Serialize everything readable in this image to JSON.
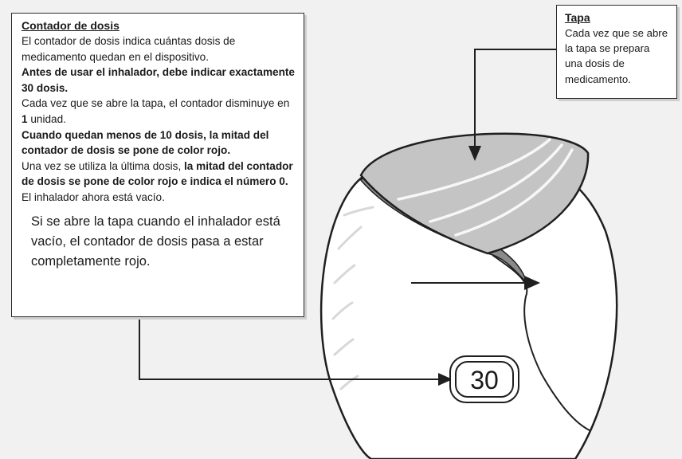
{
  "counter_box": {
    "title": "Contador de dosis",
    "paragraphs": [
      [
        {
          "t": "El contador de dosis indica cuántas dosis de medicamento quedan en el dispositivo.",
          "b": false
        }
      ],
      [
        {
          "t": "Antes de usar el inhalador, debe indicar exactamente 30 dosis.",
          "b": true
        }
      ],
      [
        {
          "t": "Cada vez que se abre la tapa, el contador disminuye en ",
          "b": false
        },
        {
          "t": "1",
          "b": true
        },
        {
          "t": " unidad.",
          "b": false
        }
      ],
      [
        {
          "t": "Cuando quedan menos de 10 dosis, la mitad del contador de dosis se pone de color rojo.",
          "b": true
        }
      ],
      [
        {
          "t": "Una vez se utiliza la última dosis, ",
          "b": false
        },
        {
          "t": "la mitad del contador de dosis se pone de color rojo e indica el número 0.",
          "b": true
        },
        {
          "t": " El inhalador ahora está vacío.",
          "b": false
        }
      ]
    ],
    "footer": "Si se abre la tapa cuando el inhalador está vacío, el contador de dosis pasa a estar completamente rojo."
  },
  "cap_box": {
    "title": "Tapa",
    "text": "Cada vez que se abre la tapa se prepara una dosis de medicamento."
  },
  "counter_display": "30",
  "colors": {
    "background": "#f1f1f1",
    "cap_fill": "#c4c4c4",
    "body_fill": "#ffffff",
    "outline": "#1f1f1f",
    "highlight": "#f7f7f7"
  }
}
